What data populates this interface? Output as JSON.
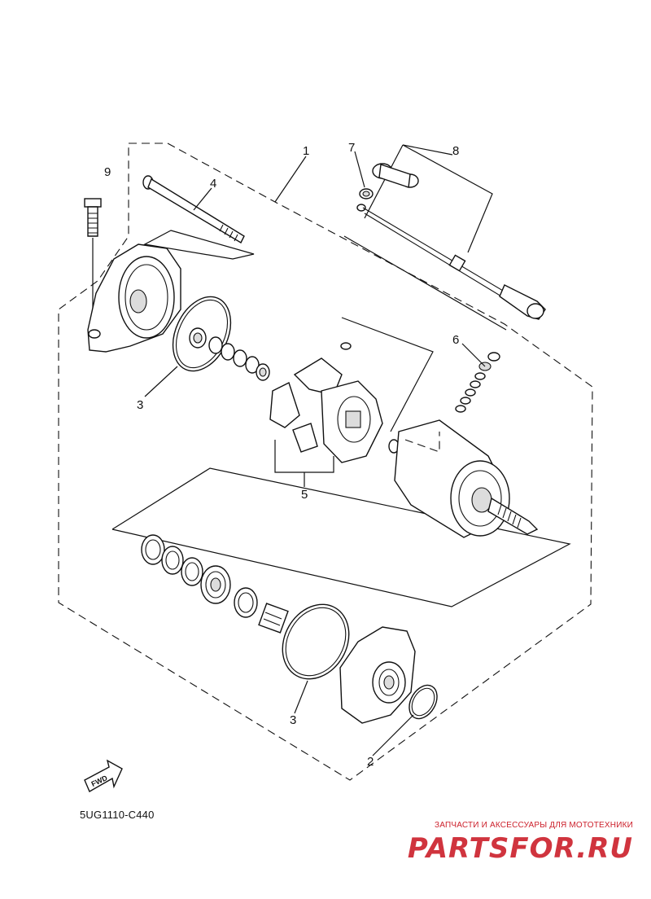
{
  "diagram_code": "5UG1110-C440",
  "fwd_label": "FWD",
  "watermark": {
    "tagline": "ЗАПЧАСТИ И АКСЕССУАРЫ ДЛЯ МОТОТЕХНИКИ",
    "logo_text": "PARTSFOR.RU"
  },
  "callouts": {
    "c1": "1",
    "c2": "2",
    "c3a": "3",
    "c3b": "3",
    "c4": "4",
    "c5": "5",
    "c6": "6",
    "c7": "7",
    "c8": "8",
    "c9": "9"
  }
}
